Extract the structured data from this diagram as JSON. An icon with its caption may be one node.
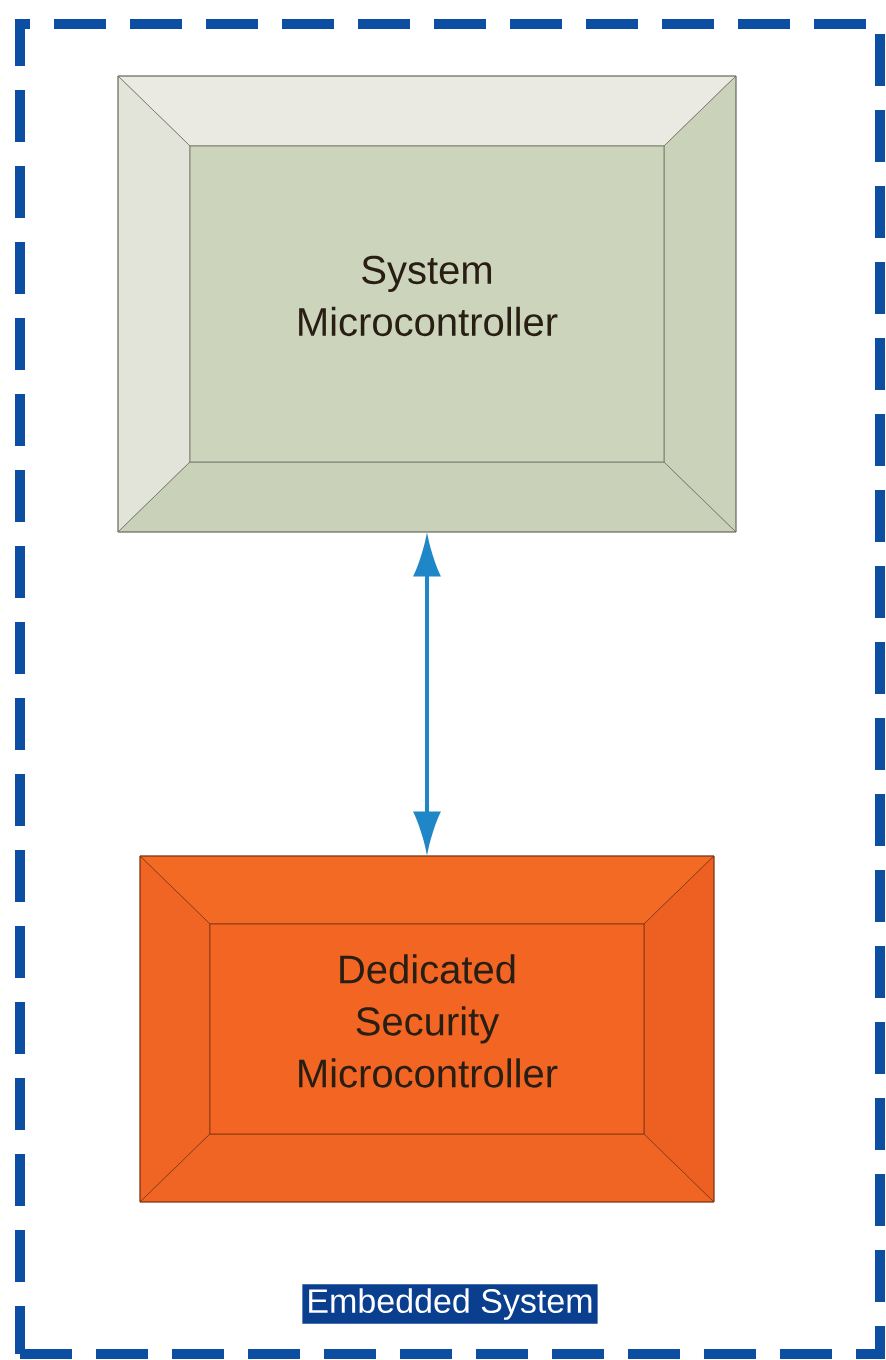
{
  "diagram": {
    "nodes": [
      {
        "text": [
          "Embedded System"
        ]
      },
      {
        "text": [
          "System Microcontroller"
        ],
        "in": 0
      },
      {
        "text": [
          "Dedicated Security Microcontroller"
        ],
        "in": 0
      }
    ],
    "edges": [
      {
        "from": 1,
        "to": 2,
        "arrow": "both",
        "color": "#1f86c8"
      }
    ]
  }
}
